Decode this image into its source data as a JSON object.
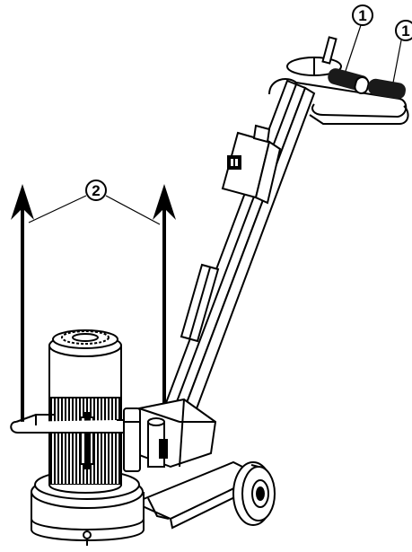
{
  "callouts": {
    "handle_label_1": "1",
    "handle_label_2": "1",
    "lift_label": "2"
  },
  "colors": {
    "line": "#000000",
    "paper": "#ffffff",
    "grip": "#1a1a1a"
  }
}
